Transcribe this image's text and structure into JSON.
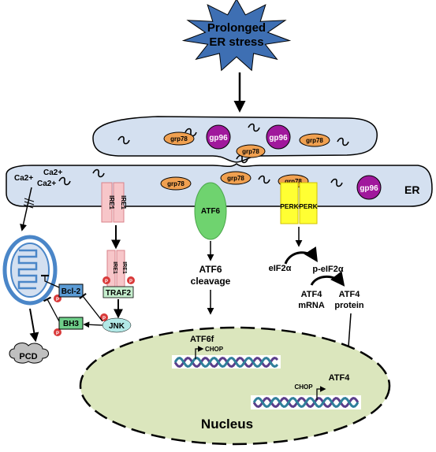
{
  "title": {
    "line1": "Prolonged",
    "line2": "ER stress"
  },
  "er": {
    "label": "ER",
    "calcium": [
      "Ca2+",
      "Ca2+",
      "Ca2+"
    ],
    "grp78": "grp78",
    "gp96": "gp96"
  },
  "ire1": {
    "label": "IRE1",
    "traf2": "TRAF2",
    "jnk": "JNK"
  },
  "phospho": "P",
  "mito": {
    "bcl2": "Bcl-2",
    "bh3": "BH3",
    "pcd": "PCD"
  },
  "atf6": {
    "label": "ATF6",
    "cleavage_line1": "ATF6",
    "cleavage_line2": "cleavage",
    "nuclear": "ATF6f"
  },
  "perk": {
    "label": "PERK",
    "eif2a": "eIF2α",
    "p_eif2a": "p-eIF2α",
    "atf4_mrna_line1": "ATF4",
    "atf4_mrna_line2": "mRNA",
    "atf4_protein_line1": "ATF4",
    "atf4_protein_line2": "protein",
    "nuclear": "ATF4"
  },
  "nucleus": {
    "label": "Nucleus",
    "chop": "CHOP"
  },
  "colors": {
    "er_fill": "#d4e0f0",
    "star_fill": "#3e6fb3",
    "grp78": "#f0a050",
    "gp96": "#a0189c",
    "ire1": "#f7c6c9",
    "atf6": "#6fd36f",
    "perk": "#ffff33",
    "nucleus": "#dbe6bd",
    "mito": "#4a86c8",
    "bcl2": "#5b9bd5",
    "bh3": "#6fcf8a",
    "jnk": "#b2e8e6",
    "traf2": "#c6efce",
    "phospho": "#d93a3a",
    "pcd": "#bfbfbf"
  }
}
